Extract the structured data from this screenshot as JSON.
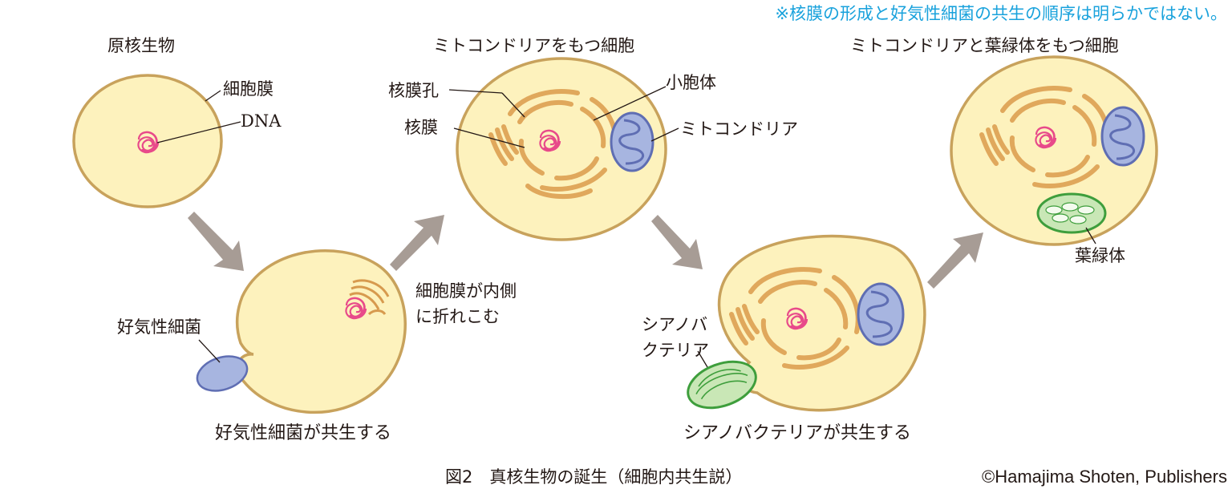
{
  "note": "※核膜の形成と好気性細菌の共生の順序は明らかではない。",
  "stages": {
    "prokaryote": {
      "title": "原核生物",
      "labels": {
        "membrane": "細胞膜",
        "dna": "DNA"
      }
    },
    "aerobe_symbiosis": {
      "caption": "好気性細菌が共生する",
      "labels": {
        "aerobic_bacterium": "好気性細菌",
        "infolding_1": "細胞膜が内側",
        "infolding_2": "に折れこむ"
      }
    },
    "mito_cell": {
      "title": "ミトコンドリアをもつ細胞",
      "labels": {
        "nuclear_pore": "核膜孔",
        "nuclear_envelope": "核膜",
        "vesicle": "小胞体",
        "mitochondrion": "ミトコンドリア"
      }
    },
    "cyano_symbiosis": {
      "caption": "シアノバクテリアが共生する",
      "labels": {
        "cyano_1": "シアノバ",
        "cyano_2": "クテリア"
      }
    },
    "plant_cell": {
      "title": "ミトコンドリアと葉緑体をもつ細胞",
      "labels": {
        "chloroplast": "葉緑体"
      }
    }
  },
  "figure_caption": "図2　真核生物の誕生（細胞内共生説）",
  "copyright": "©Hamajima Shoten, Publishers",
  "colors": {
    "cytoplasm": "#fdf2bd",
    "cell_outline": "#c8a25c",
    "er_fill": "#e8b267",
    "er_outline": "#b8873a",
    "dna": "#e84a8a",
    "mito_fill": "#a7b5e0",
    "mito_outline": "#5f6eb3",
    "chloroplast_fill": "#c9e7b6",
    "chloroplast_outline": "#3e9e3c",
    "arrow": "#a79c95",
    "note": "#19a2dc"
  }
}
